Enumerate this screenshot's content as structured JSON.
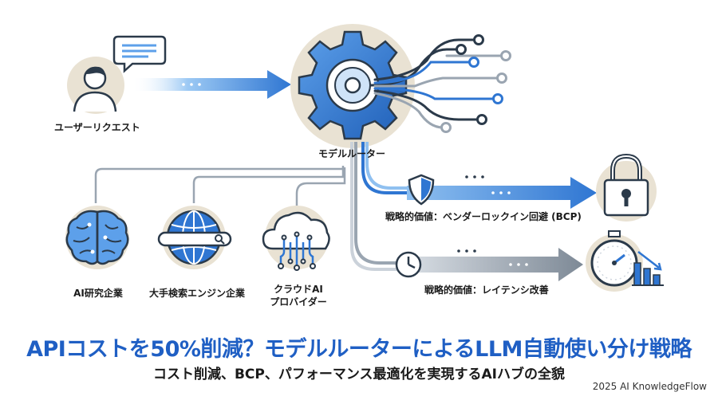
{
  "labels": {
    "user_request": "ユーザーリクエスト",
    "model_router": "モデルルーター",
    "ai_research": "AI研究企業",
    "search_engine": "大手検索エンジン企業",
    "cloud_ai_line1": "クラウドAI",
    "cloud_ai_line2": "プロバイダー",
    "strategic_bcp": "戦略的価値：ベンダーロックイン回避 (BCP)",
    "strategic_latency": "戦略的価値：レイテンシ改善"
  },
  "title": "APIコストを50%削減？モデルルーターによるLLM自動使い分け戦略",
  "subtitle": "コスト削減、BCP、パフォーマンス最適化を実現するAIハブの全貌",
  "footer": "2025 AI KnowledgeFlow",
  "icons": {
    "user": "user-icon",
    "chat": "chat-bubble-icon",
    "gear": "gear-icon",
    "brain": "brain-icon",
    "globe": "globe-icon",
    "cloud": "cloud-icon",
    "shield": "shield-icon",
    "lock": "padlock-icon",
    "clock": "clock-icon",
    "stopwatch": "stopwatch-icon"
  },
  "colors": {
    "primary_blue": "#2f76d2",
    "light_blue": "#8fc0f0",
    "title_blue": "#1f5fc4",
    "gray": "#9aa5b1",
    "dark": "#2b3a4a",
    "beige": "#e9e2d3"
  }
}
